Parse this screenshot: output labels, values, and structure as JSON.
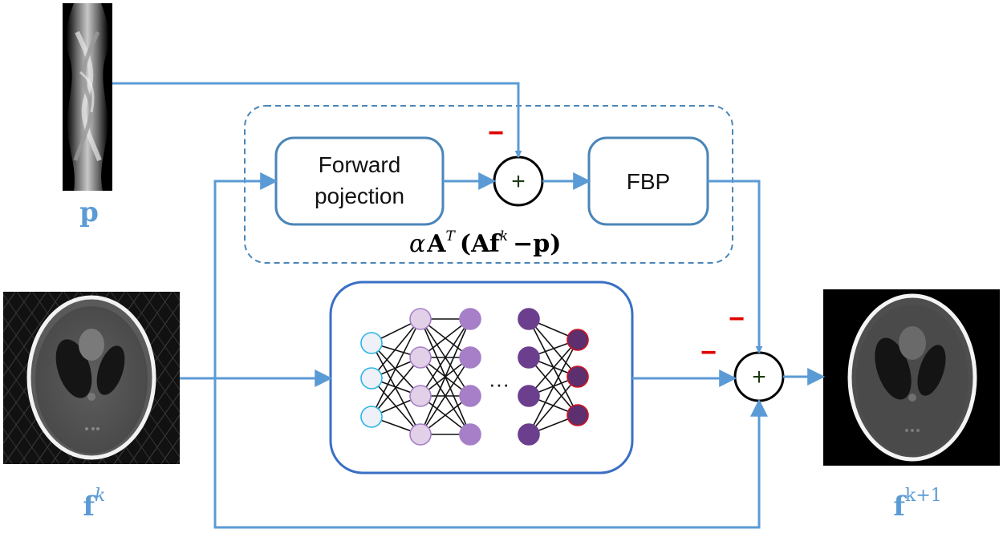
{
  "images": {
    "sinogram_label": "p",
    "input_label_base": "f",
    "input_label_sup": "k",
    "output_label_base": "f",
    "output_label_sup": "k+1"
  },
  "blocks": {
    "forward_projection_line1": "Forward",
    "forward_projection_line2": "pojection",
    "fbp": "FBP",
    "plus_symbol": "+",
    "minus_symbol": "−",
    "ellipsis": "···"
  },
  "formula": {
    "alpha": "α",
    "A": "A",
    "T": "T",
    "open": "(",
    "Af": "Af",
    "k": "k",
    "minus_p": "−p",
    "close": ")"
  },
  "colors": {
    "arrow": "#5b9bd5",
    "block_border": "#4a86b8",
    "net_border": "#3a6fc4",
    "minus": "#e00000",
    "label_blue": "#5b9bd5",
    "node_input_stroke": "#29b6e6",
    "node_input_fill": "#eef1f8",
    "node_light": "#e2cfe8",
    "node_mid": "#a67fc8",
    "node_dark": "#6c3f8e",
    "node_out_fill": "#5e2f6e",
    "node_out_stroke": "#d0121e"
  }
}
